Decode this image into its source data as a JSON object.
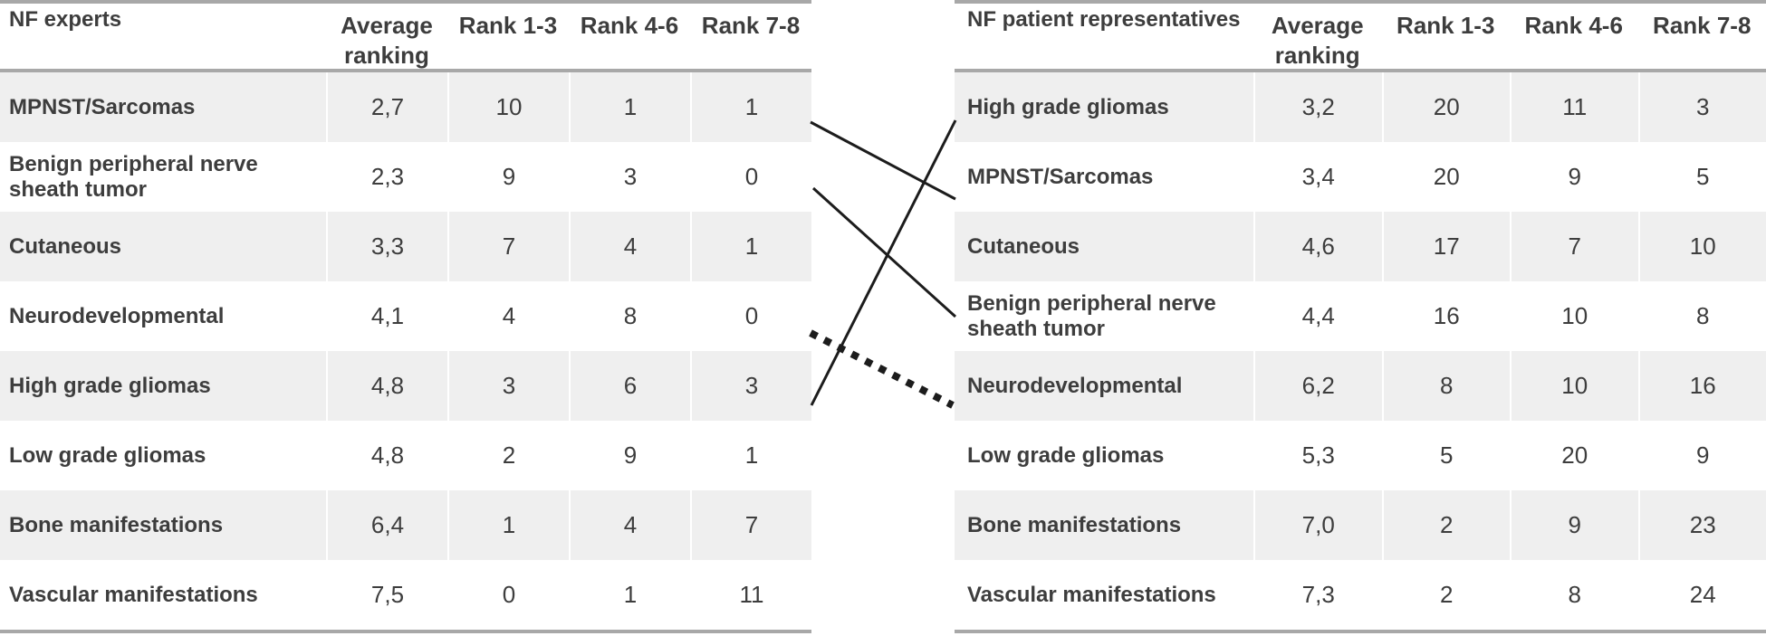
{
  "colors": {
    "row_stripe": "#efefef",
    "border_bar": "#a8a8a8",
    "text": "#3d3d3d",
    "connector_line": "#1c1c1c"
  },
  "left_table": {
    "title": "NF experts",
    "columns": [
      "Average ranking",
      "Rank 1-3",
      "Rank 4-6",
      "Rank 7-8"
    ],
    "rows": [
      {
        "label": "MPNST/Sarcomas",
        "average": "2,7",
        "rank_1_3": "10",
        "rank_4_6": "1",
        "rank_7_8": "1"
      },
      {
        "label": "Benign peripheral nerve sheath tumor",
        "average": "2,3",
        "rank_1_3": "9",
        "rank_4_6": "3",
        "rank_7_8": "0"
      },
      {
        "label": "Cutaneous",
        "average": "3,3",
        "rank_1_3": "7",
        "rank_4_6": "4",
        "rank_7_8": "1"
      },
      {
        "label": "Neurodevelopmental",
        "average": "4,1",
        "rank_1_3": "4",
        "rank_4_6": "8",
        "rank_7_8": "0"
      },
      {
        "label": "High grade gliomas",
        "average": "4,8",
        "rank_1_3": "3",
        "rank_4_6": "6",
        "rank_7_8": "3"
      },
      {
        "label": "Low grade gliomas",
        "average": "4,8",
        "rank_1_3": "2",
        "rank_4_6": "9",
        "rank_7_8": "1"
      },
      {
        "label": "Bone manifestations",
        "average": "6,4",
        "rank_1_3": "1",
        "rank_4_6": "4",
        "rank_7_8": "7"
      },
      {
        "label": "Vascular manifestations",
        "average": "7,5",
        "rank_1_3": "0",
        "rank_4_6": "1",
        "rank_7_8": "11"
      }
    ]
  },
  "right_table": {
    "title": "NF patient representatives",
    "columns": [
      "Average ranking",
      "Rank 1-3",
      "Rank 4-6",
      "Rank 7-8"
    ],
    "rows": [
      {
        "label": "High grade gliomas",
        "average": "3,2",
        "rank_1_3": "20",
        "rank_4_6": "11",
        "rank_7_8": "3"
      },
      {
        "label": "MPNST/Sarcomas",
        "average": "3,4",
        "rank_1_3": "20",
        "rank_4_6": "9",
        "rank_7_8": "5"
      },
      {
        "label": "Cutaneous",
        "average": "4,6",
        "rank_1_3": "17",
        "rank_4_6": "7",
        "rank_7_8": "10"
      },
      {
        "label": "Benign peripheral nerve sheath tumor",
        "average": "4,4",
        "rank_1_3": "16",
        "rank_4_6": "10",
        "rank_7_8": "8"
      },
      {
        "label": "Neurodevelopmental",
        "average": "6,2",
        "rank_1_3": "8",
        "rank_4_6": "10",
        "rank_7_8": "16"
      },
      {
        "label": "Low grade gliomas",
        "average": "5,3",
        "rank_1_3": "5",
        "rank_4_6": "20",
        "rank_7_8": "9"
      },
      {
        "label": "Bone manifestations",
        "average": "7,0",
        "rank_1_3": "2",
        "rank_4_6": "9",
        "rank_7_8": "23"
      },
      {
        "label": "Vascular manifestations",
        "average": "7,3",
        "rank_1_3": "2",
        "rank_4_6": "8",
        "rank_7_8": "24"
      }
    ]
  },
  "connectors": [
    {
      "from": "NF experts: MPNST/Sarcomas",
      "to": "NF patient representatives: MPNST/Sarcomas",
      "style": "solid"
    },
    {
      "from": "NF experts: Benign peripheral nerve sheath tumor",
      "to": "NF patient representatives: Benign peripheral nerve sheath tumor",
      "style": "solid"
    },
    {
      "from": "NF patient representatives: High grade gliomas",
      "to": "NF experts: High grade gliomas",
      "style": "solid"
    },
    {
      "from": "NF experts: Neurodevelopmental",
      "to": "NF patient representatives: Neurodevelopmental",
      "style": "dotted"
    }
  ]
}
